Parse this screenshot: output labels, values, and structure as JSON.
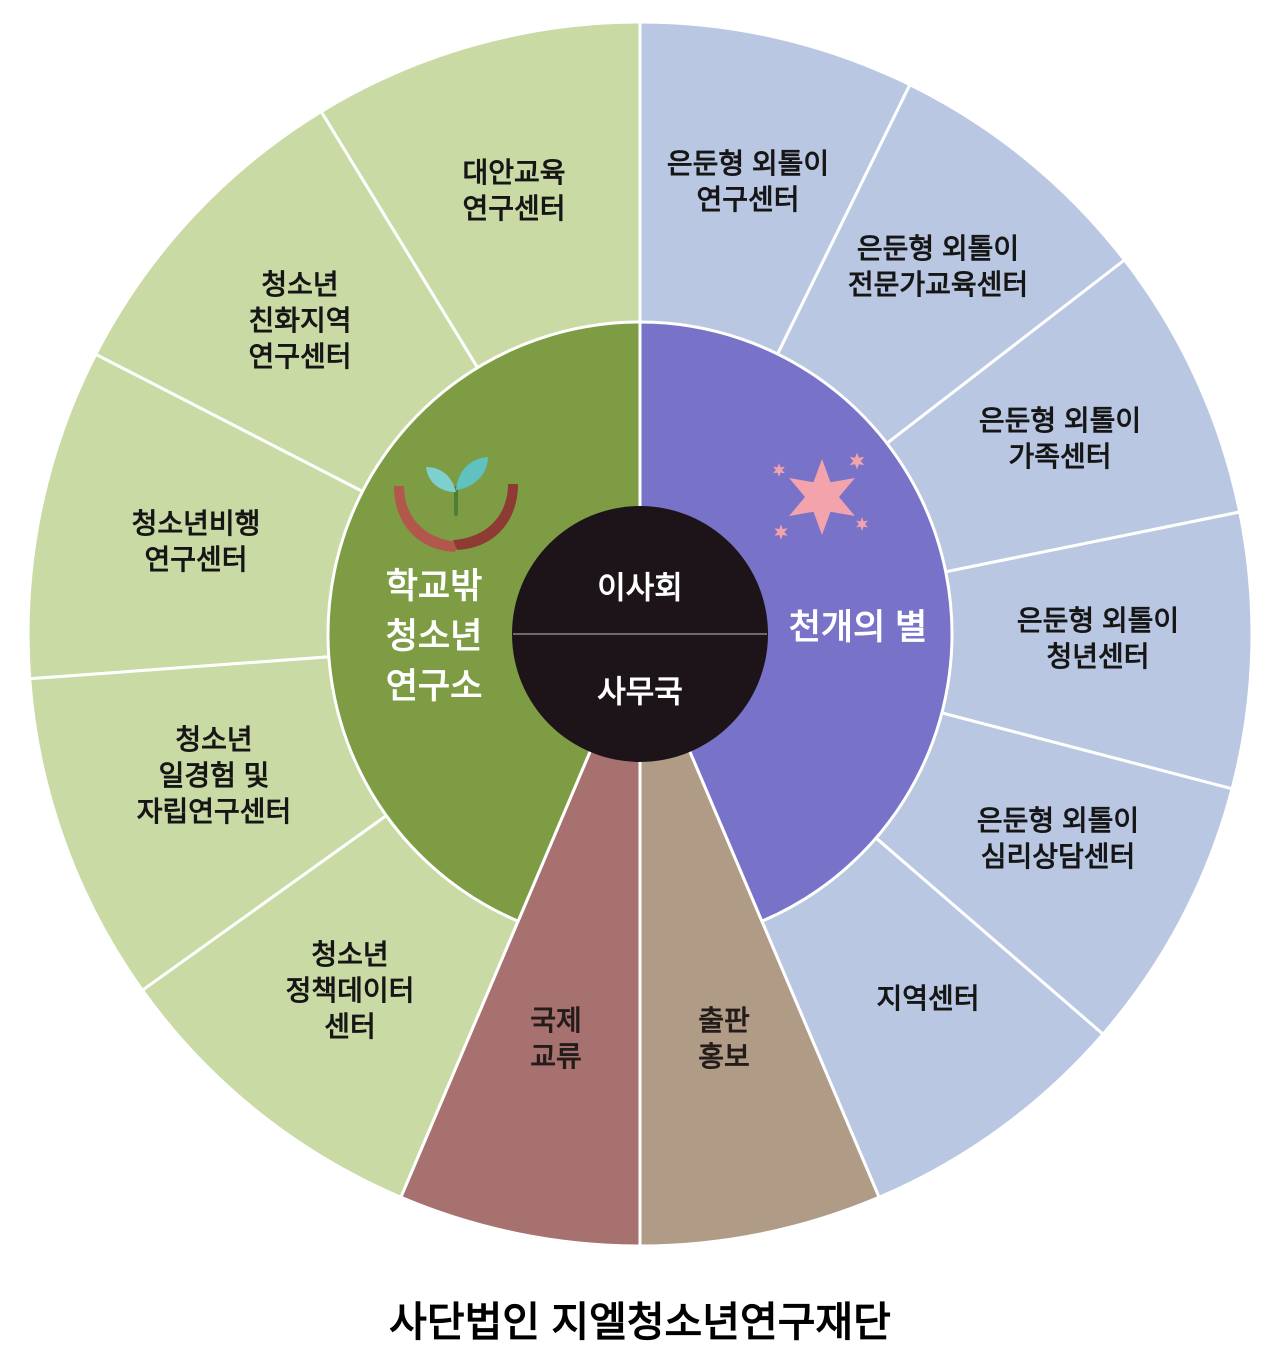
{
  "title": "사단법인 지엘청소년연구재단",
  "center": {
    "color": "#1c1418",
    "top": "이사회",
    "bottom": "사무국"
  },
  "middle": {
    "left": {
      "label": "학교밖\n청소년\n연구소",
      "color": "#7e9c44",
      "icon": "hands-plant-icon"
    },
    "right": {
      "label": "천개의 별",
      "color": "#7873c8",
      "icon": "star-icon"
    }
  },
  "wedges": [
    {
      "label": "국제\n교류",
      "color": "#a6716e"
    },
    {
      "label": "출판\n홍보",
      "color": "#b09b87"
    }
  ],
  "outer": {
    "green": {
      "color": "#c9daa4",
      "items": [
        {
          "label": "대안교육\n연구센터"
        },
        {
          "label": "청소년\n친화지역\n연구센터"
        },
        {
          "label": "청소년비행\n연구센터"
        },
        {
          "label": "청소년\n일경험 및\n자립연구센터"
        },
        {
          "label": "청소년\n정책데이터\n센터"
        }
      ]
    },
    "blue": {
      "color": "#b9c7e2",
      "items": [
        {
          "label": "은둔형 외톨이\n연구센터"
        },
        {
          "label": "은둔형 외톨이\n전문가교육센터"
        },
        {
          "label": "은둔형 외톨이\n가족센터"
        },
        {
          "label": "은둔형 외톨이\n청년센터"
        },
        {
          "label": "은둔형 외톨이\n심리상담센터"
        },
        {
          "label": "지역센터"
        }
      ]
    }
  },
  "icons": {
    "star": {
      "color": "#f2a3ac"
    },
    "hands": {
      "left_color": "#b2574b",
      "right_color": "#8e3b33",
      "leaf_color": "#5fc2c0",
      "leaf2_color": "#7dd0cd"
    }
  },
  "divider_color": "#6b6b6b"
}
